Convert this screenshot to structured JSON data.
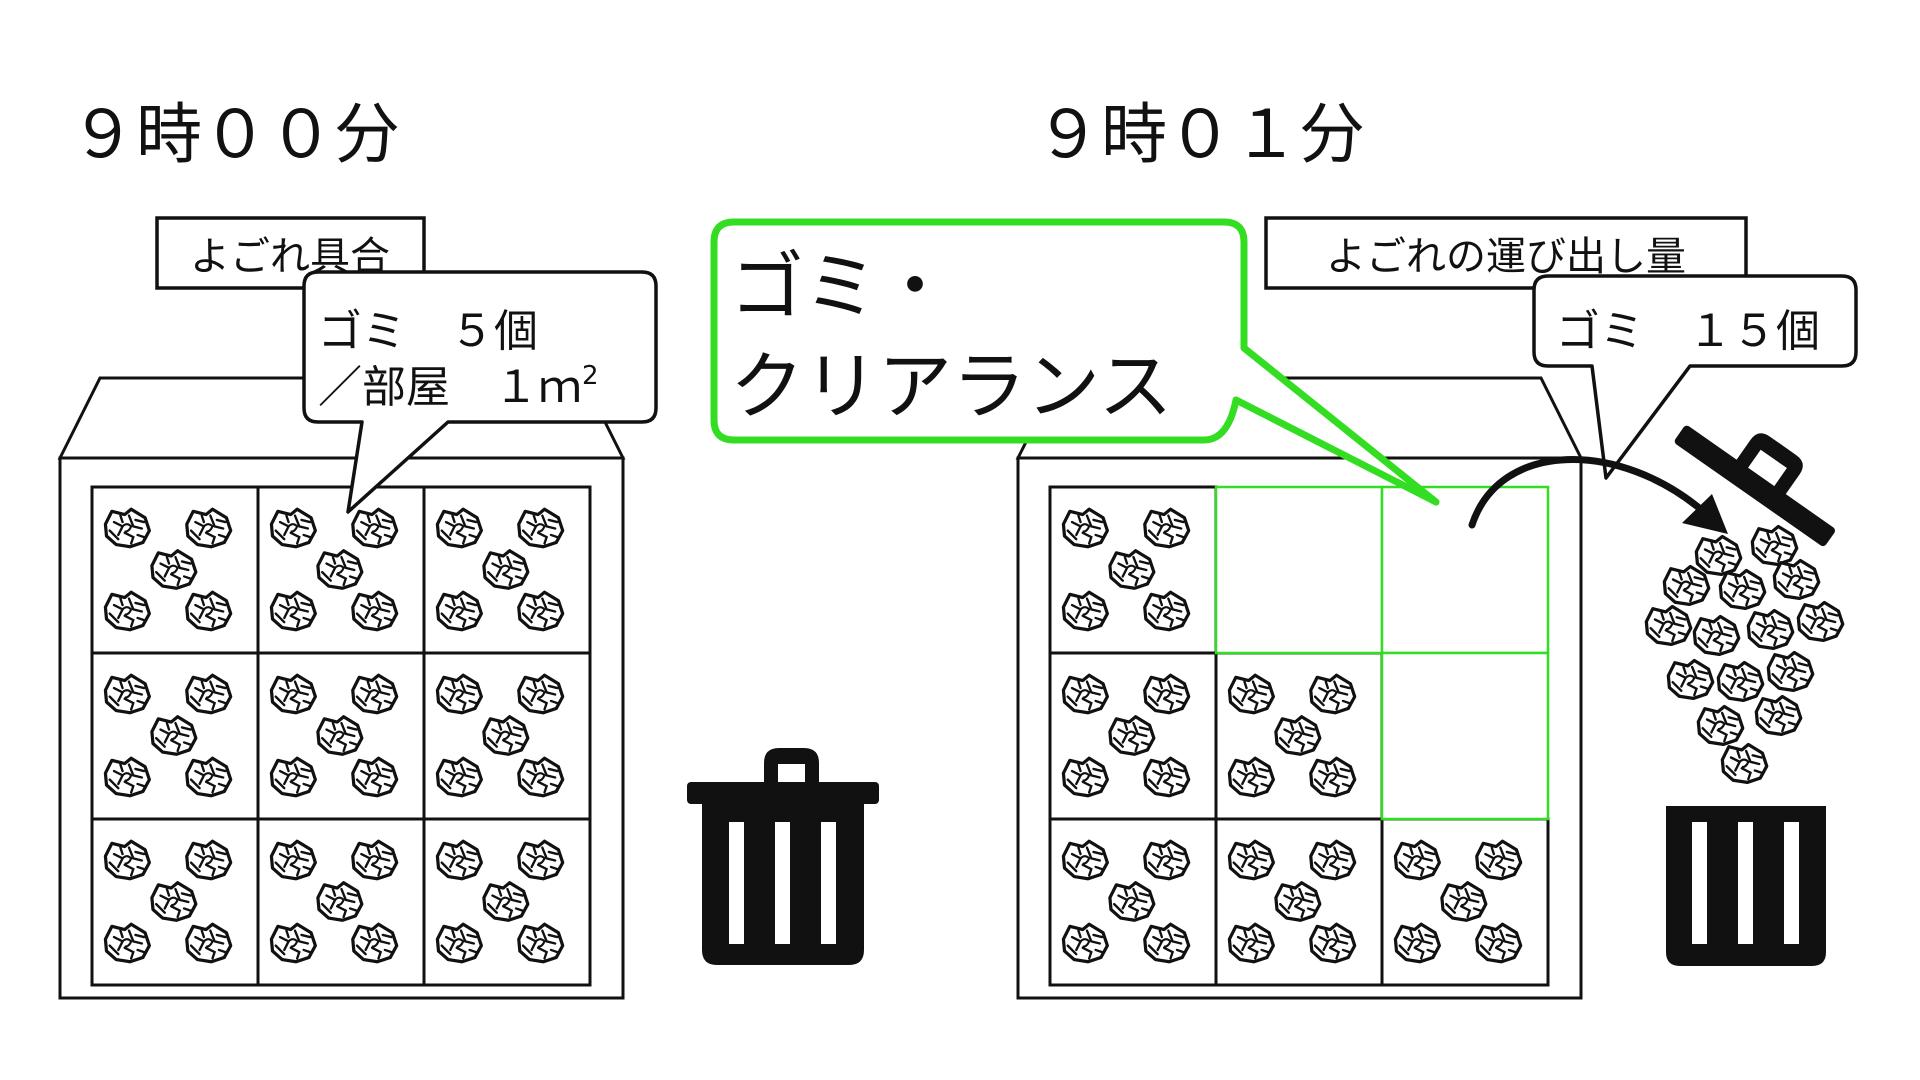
{
  "scene_left": {
    "time_label": "９時００分",
    "label_box": "よごれ具合",
    "bubble": {
      "line1": "ゴミ　５個",
      "line2": "／部屋　１ｍ",
      "line2_superscript": "2"
    },
    "grid": [
      [
        true,
        true,
        true
      ],
      [
        true,
        true,
        true
      ],
      [
        true,
        true,
        true
      ]
    ],
    "trash_can": "trash-can-icon"
  },
  "scene_right": {
    "time_label": "９時０１分",
    "label_box": "よごれの運び出し量",
    "bubble": {
      "line1": "ゴミ　１５個"
    },
    "callout": {
      "line1": "ゴミ・",
      "line2": "クリアランス",
      "border_color": "#33dd22"
    },
    "grid": [
      [
        true,
        false,
        false
      ],
      [
        true,
        true,
        false
      ],
      [
        true,
        true,
        true
      ]
    ],
    "cleared_color": "#33dd22",
    "removed_trash_count": 15,
    "trash_can": "trash-can-open-icon"
  },
  "colors": {
    "ink": "#111111",
    "highlight": "#33dd22",
    "background": "#ffffff"
  }
}
